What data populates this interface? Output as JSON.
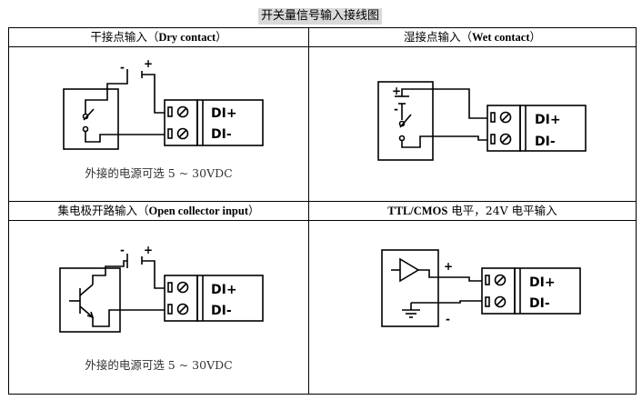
{
  "title": "开关量信号输入接线图",
  "panels": [
    {
      "heading_cn": "干接点输入（",
      "heading_en": "Dry contact",
      "heading_end": "）",
      "caption": "外接的电源可选 5 ~ 30VDC"
    },
    {
      "heading_cn": "湿接点输入（",
      "heading_en": "Wet contact",
      "heading_end": "）",
      "caption": ""
    },
    {
      "heading_cn": "集电极开路输入（",
      "heading_en": "Open collector input",
      "heading_end": "）",
      "caption": "外接的电源可选 5 ~ 30VDC"
    },
    {
      "heading_cn": "",
      "heading_en": "TTL/CMOS",
      "heading_end": " 电平，24V 电平输入",
      "caption": ""
    }
  ],
  "terminal": {
    "di_plus": "DI+",
    "di_minus": "DI-"
  },
  "polarity": {
    "plus": "+",
    "minus": "-"
  }
}
